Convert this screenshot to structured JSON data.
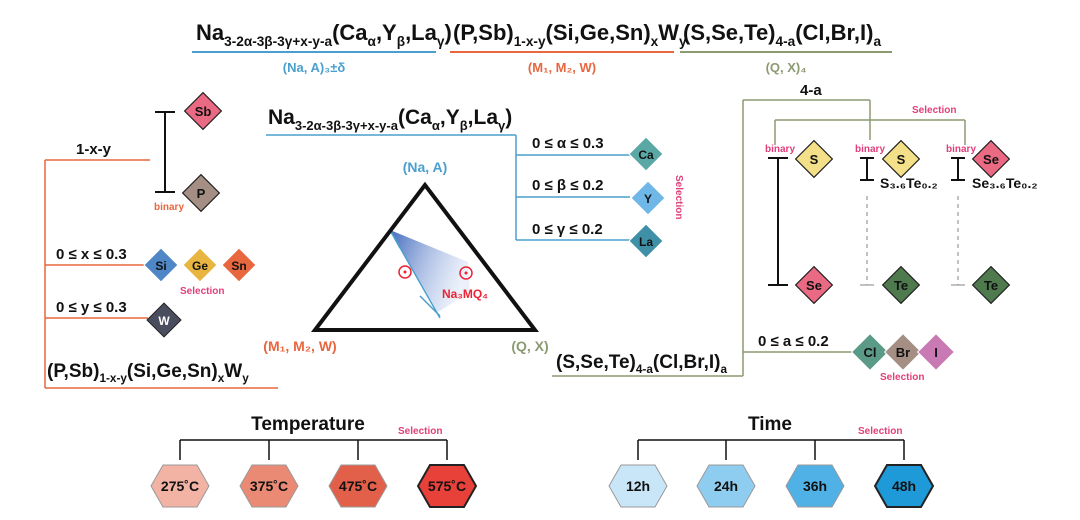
{
  "top": {
    "f1": {
      "main": "Na",
      "sub": "3-2α-3β-3γ+x-y-a",
      "open": "(Ca",
      "s1": "α",
      "c1": ",Y",
      "s2": "β",
      "c2": ",La",
      "s3": "γ",
      "close": ")"
    },
    "f2": {
      "main": "(P,Sb)",
      "sub": "1-x-y",
      "mid": "(Si,Ge,Sn)",
      "s1": "x",
      "w": "W",
      "s2": "y"
    },
    "f3": {
      "main": "(S,Se,Te)",
      "sub": "4-a",
      "end": "(Cl,Br,I)",
      "s1": "a"
    },
    "l1": "(Na, A)₃±δ",
    "l2": "(M₁, M₂, W)",
    "l3": "(Q, X)₄"
  },
  "left": {
    "one_minus": "1-x-y",
    "binary": "binary",
    "sb": "Sb",
    "p": "P",
    "x_range": "0 ≤ x ≤ 0.3",
    "si": "Si",
    "ge": "Ge",
    "sn": "Sn",
    "selection": "Selection",
    "y_range": "0 ≤ y ≤ 0.3",
    "w": "W",
    "bottom": {
      "main": "(P,Sb)",
      "sub": "1-x-y",
      "mid": "(Si,Ge,Sn)",
      "s1": "x",
      "w": "W",
      "s2": "y"
    }
  },
  "center": {
    "na_formula": {
      "main": "Na",
      "sub": "3-2α-3β-3γ+x-y-a",
      "open": "(Ca",
      "s1": "α",
      "c1": ",Y",
      "s2": "β",
      "c2": ",La",
      "s3": "γ",
      "close": ")"
    },
    "alpha_range": "0 ≤ α ≤ 0.3",
    "beta_range": "0 ≤ β ≤ 0.2",
    "gamma_range": "0 ≤ γ ≤ 0.2",
    "ca": "Ca",
    "y": "Y",
    "la": "La",
    "selection": "Selection",
    "vertex_top": "(Na, A)",
    "vertex_left": "(M₁, M₂, W)",
    "vertex_right": "(Q, X)",
    "target": "Na₃MQ₄"
  },
  "right": {
    "four_minus": "4-a",
    "selection": "Selection",
    "binary": "binary",
    "s": "S",
    "se": "Se",
    "te": "Te",
    "s_te": "S₃.₆Te₀.₂",
    "se_te": "Se₃.₆Te₀.₂",
    "a_range": "0 ≤ a ≤ 0.2",
    "cl": "Cl",
    "br": "Br",
    "i": "I",
    "bottom": {
      "main": "(S,Se,Te)",
      "sub": "4-a",
      "end": "(Cl,Br,I)",
      "s1": "a"
    }
  },
  "temperature": {
    "title": "Temperature",
    "selection": "Selection",
    "items": [
      "275˚C",
      "375˚C",
      "475˚C",
      "575˚C"
    ]
  },
  "time": {
    "title": "Time",
    "selection": "Selection",
    "items": [
      "12h",
      "24h",
      "36h",
      "48h"
    ]
  },
  "colors": {
    "blue": "#4a9fce",
    "orange": "#e8673f",
    "olive": "#8c9a72",
    "pink": "#e0407a"
  }
}
